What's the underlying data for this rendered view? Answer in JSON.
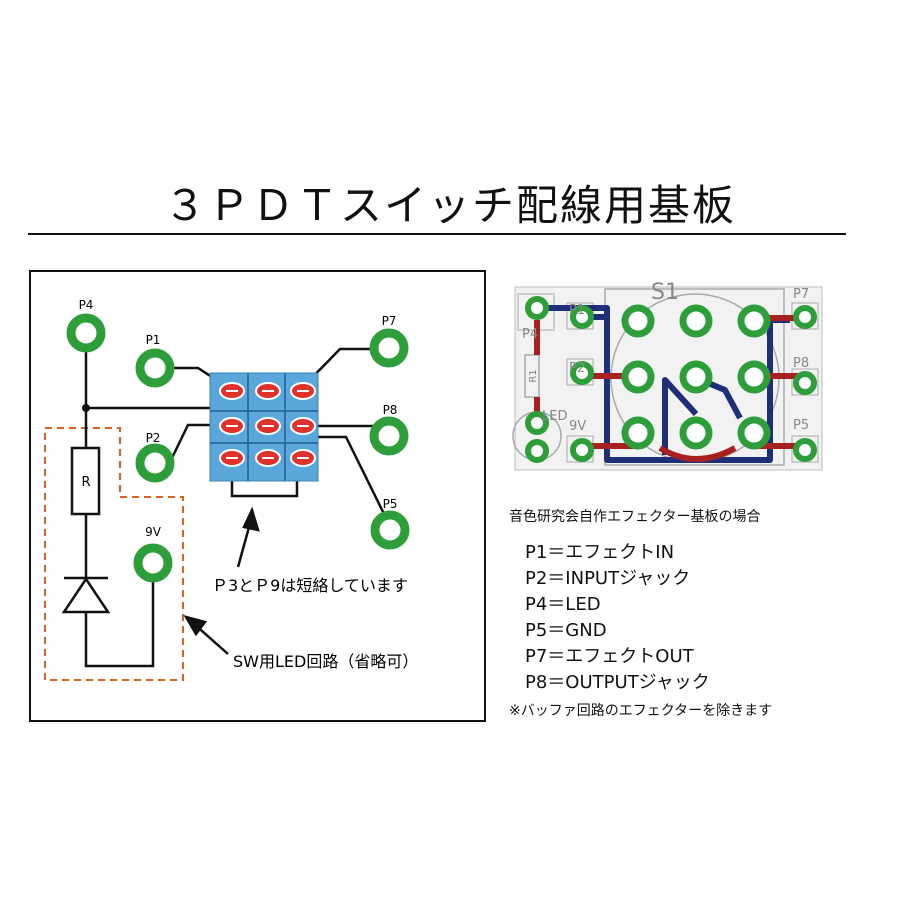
{
  "title": "３ＰＤＴスイッチ配線用基板",
  "schematic": {
    "pads": {
      "p4": "P4",
      "p1": "P1",
      "p2": "P2",
      "p7": "P7",
      "p8": "P8",
      "p5": "P5",
      "v9": "9V"
    },
    "resistor_label": "R",
    "note_short": "Ｐ3とＰ9は短絡しています",
    "note_led": "SW用LED回路（省略可）"
  },
  "pcb": {
    "switch_label": "S1",
    "labels": {
      "p4": "P4",
      "p1": "P1",
      "p2": "P2",
      "p7": "P7",
      "p8": "P8",
      "p5": "P5",
      "v9": "9V",
      "r1": "R1",
      "led": "LED"
    }
  },
  "legend": {
    "heading": "音色研究会自作エフェクター基板の場合",
    "items": [
      "P1＝エフェクトIN",
      "P2＝INPUTジャック",
      "P4＝LED",
      "P5＝GND",
      "P7＝エフェクトOUT",
      "P8＝OUTPUTジャック"
    ],
    "note": "※バッファ回路のエフェクターを除きます"
  },
  "colors": {
    "pad_green": "#2e9e3a",
    "switch_blue": "#5aa7dc",
    "pad_red": "#e0312a",
    "dashed_orange": "#e06020",
    "trace_blue": "#1e2f78",
    "trace_red": "#a82020",
    "silk_gray": "#aaaaaa"
  }
}
